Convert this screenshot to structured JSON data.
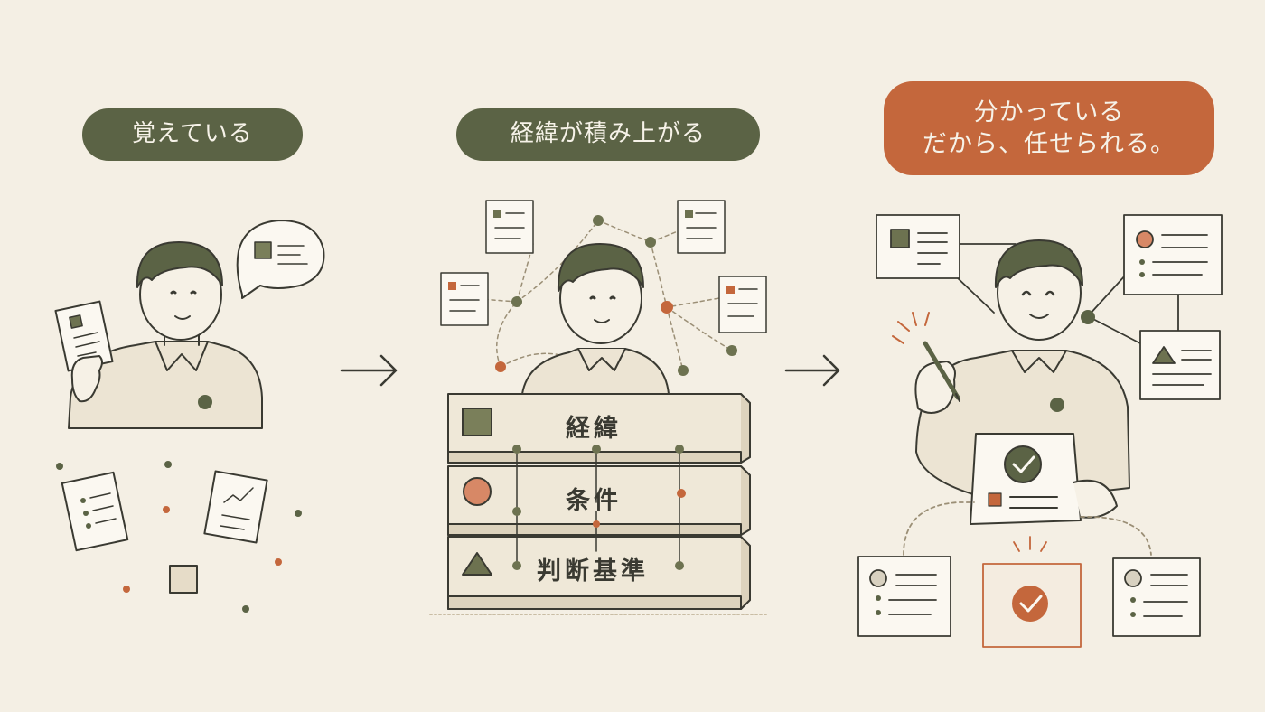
{
  "panel1": {
    "label": "覚えている"
  },
  "panel2": {
    "label": "経緯が積み上がる",
    "stack": [
      "経緯",
      "条件",
      "判断基準"
    ]
  },
  "panel3": {
    "label_line1": "分かっている",
    "label_line2": "だから、任せられる。"
  },
  "colors": {
    "background": "#f4efe4",
    "olive": "#5b6345",
    "terracotta": "#c4673c",
    "ink": "#3a3a32"
  }
}
